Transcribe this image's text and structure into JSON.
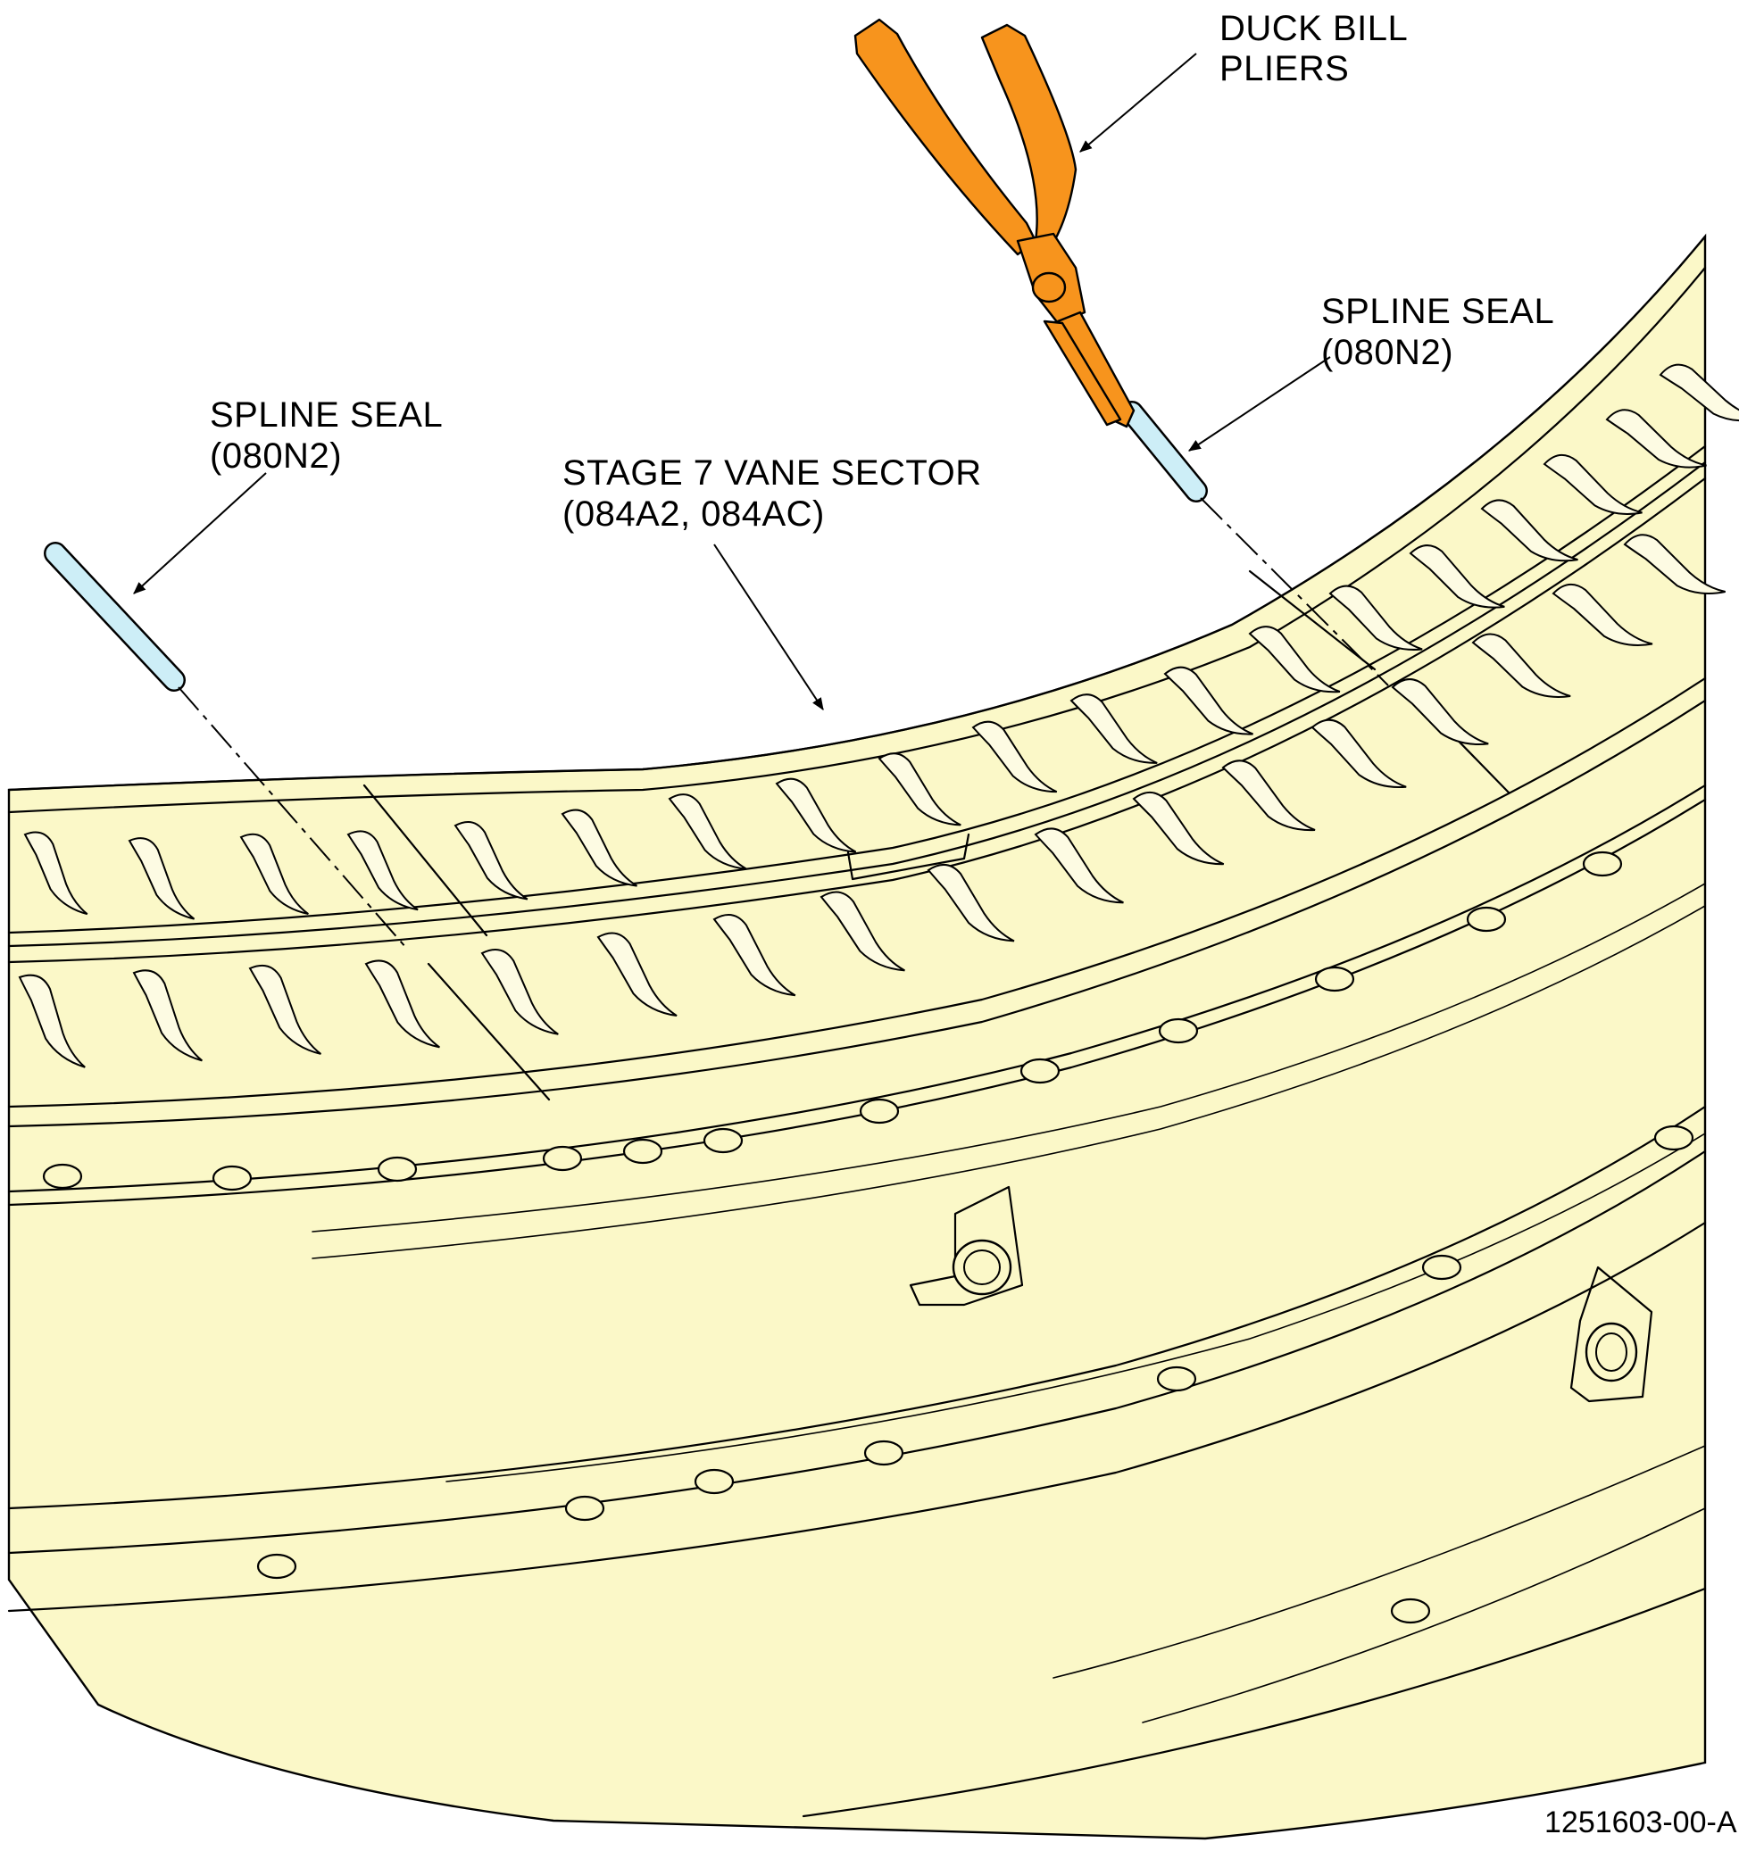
{
  "callouts": {
    "duck_bill_pliers": [
      "DUCK BILL",
      "PLIERS"
    ],
    "spline_seal_right": [
      "SPLINE SEAL",
      "(080N2)"
    ],
    "spline_seal_left": [
      "SPLINE SEAL",
      "(080N2)"
    ],
    "vane_sector": [
      "STAGE 7 VANE SECTOR",
      "(084A2, 084AC)"
    ]
  },
  "figure_id": "1251603-00-A",
  "colors": {
    "casing_fill": "#fbf8c8",
    "pliers_fill": "#f7941d",
    "seal_fill": "#cdeef7",
    "vane_fill": "#fdfbe3",
    "ink": "#000000"
  }
}
